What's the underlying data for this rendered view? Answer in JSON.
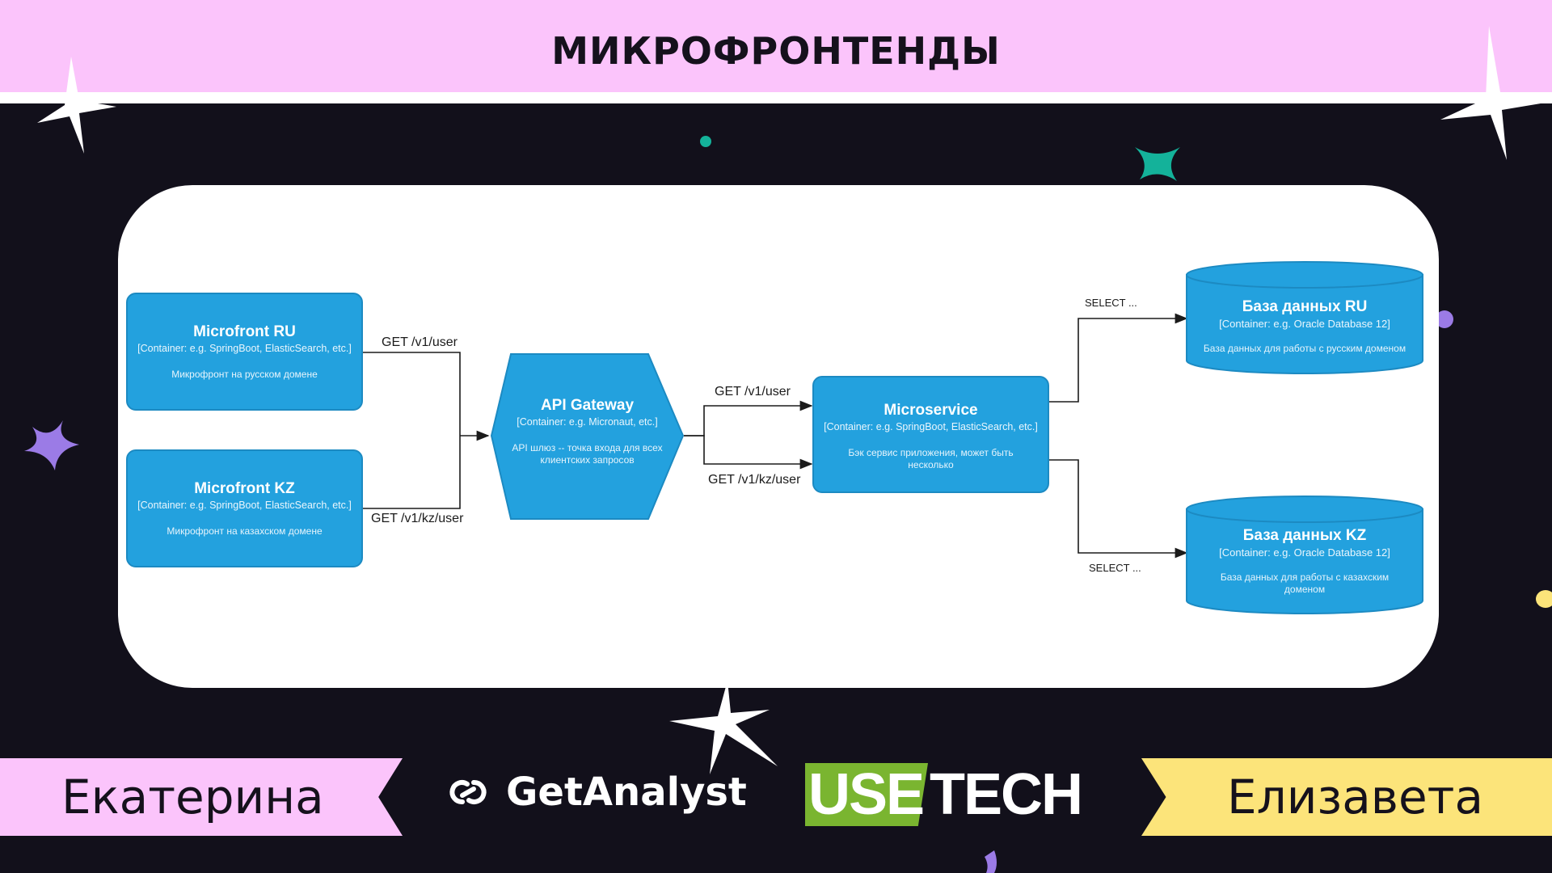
{
  "header": {
    "title": "МИКРОФРОНТЕНДЫ"
  },
  "diagram": {
    "nodes": {
      "micro_ru": {
        "title": "Microfront RU",
        "subtitle": "[Container: e.g. SpringBoot, ElasticSearch, etc.]",
        "description": "Микрофронт на русском домене"
      },
      "micro_kz": {
        "title": "Microfront KZ",
        "subtitle": "[Container: e.g. SpringBoot, ElasticSearch, etc.]",
        "description": "Микрофронт на казахском домене"
      },
      "gateway": {
        "title": "API Gateway",
        "subtitle": "[Container: e.g. Micronaut, etc.]",
        "description": "API шлюз -- точка входа для всех клиентских запросов"
      },
      "service": {
        "title": "Microservice",
        "subtitle": "[Container: e.g. SpringBoot, ElasticSearch, etc.]",
        "description": "Бэк сервис приложения, может быть несколько"
      },
      "db_ru": {
        "title": "База данных RU",
        "subtitle": "[Container: e.g. Oracle Database 12]",
        "description": "База данных для работы с русским доменом"
      },
      "db_kz": {
        "title": "База данных KZ",
        "subtitle": "[Container: e.g. Oracle Database 12]",
        "description": "База данных для работы с казахским доменом"
      }
    },
    "edges": {
      "ru_to_gateway": "GET /v1/user",
      "kz_to_gateway": "GET /v1/kz/user",
      "gateway_to_service_ru": "GET /v1/user",
      "gateway_to_service_kz": "GET /v1/kz/user",
      "service_to_db_ru": "SELECT ...",
      "service_to_db_kz": "SELECT ..."
    },
    "colors": {
      "node_fill": "#23a1de",
      "node_border": "#1c8ac2",
      "edge": "#1b1b1b"
    }
  },
  "footer": {
    "speaker_left": "Екатерина",
    "speaker_right": "Елизавета",
    "logo_getanalyst": "GetAnalyst",
    "logo_usetech_use": "USE",
    "logo_usetech_tech": "TECH"
  },
  "colors": {
    "background": "#12101b",
    "header": "#fbc4fb",
    "banner_right": "#fce47a",
    "usetech_green": "#7ab530"
  }
}
